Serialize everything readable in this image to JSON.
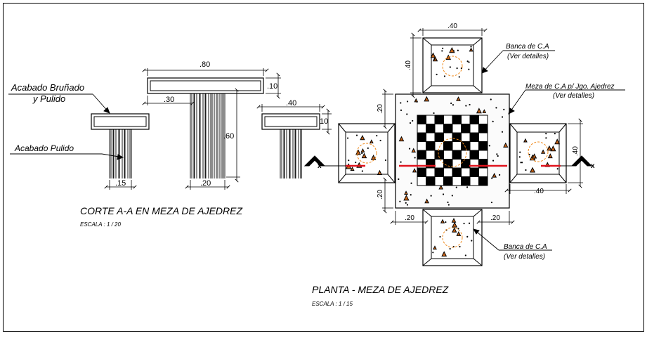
{
  "section": {
    "title": "CORTE A-A EN MEZA DE AJEDREZ",
    "scale": "ESCALA : 1 / 20",
    "labels": {
      "finish_bunado_1": "Acabado Bruñado",
      "finish_bunado_2": "y Pulido",
      "finish_pulido": "Acabado Pulido"
    },
    "dims": {
      "table_width": ".80",
      "table_thick": ".10",
      "table_offset": ".30",
      "table_height": ".60",
      "table_base": ".20",
      "left_base": ".15",
      "right_width": ".40",
      "right_thick": "10"
    }
  },
  "plan": {
    "title": "PLANTA - MEZA DE AJEDREZ",
    "scale": "ESCALA : 1 / 15",
    "labels": {
      "bench_top_1": "Banca de C.A",
      "bench_top_2": "(Ver detalles)",
      "table_1": "Meza de C.A p/ Jgo. Ajedrez",
      "table_2": "(Ver detalles)",
      "bench_bottom_1": "Banca de C.A",
      "bench_bottom_2": "(Ver detalles)"
    },
    "dims": {
      "top_width": ".40",
      "top_height": ".40",
      "upper_gap": ".20",
      "lower_gap": ".20",
      "right_height": ".40",
      "right_width": ".40",
      "bottom_left": ".20",
      "bottom_right": ".20"
    },
    "cut_marker": "x",
    "colors": {
      "line": "#000000",
      "cut_line": "#e0141e",
      "concrete_circle": "#f08a1c",
      "aggregate": "#c86418"
    }
  }
}
